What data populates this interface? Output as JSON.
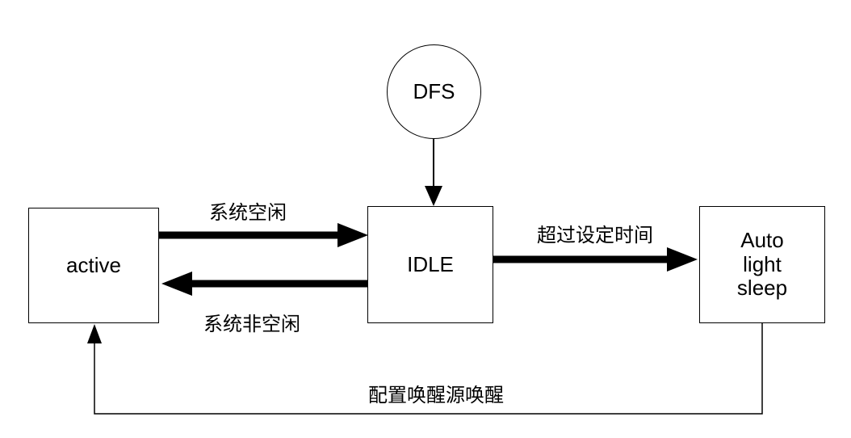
{
  "diagram": {
    "nodes": {
      "dfs": {
        "label": "DFS"
      },
      "active": {
        "label": "active"
      },
      "idle": {
        "label": "IDLE"
      },
      "auto_light_sleep": {
        "label": "Auto light sleep"
      }
    },
    "edges": {
      "system_idle": {
        "label": "系统空闲",
        "from": "active",
        "to": "IDLE"
      },
      "system_not_idle": {
        "label": "系统非空闲",
        "from": "IDLE",
        "to": "active"
      },
      "exceed_set_time": {
        "label": "超过设定时间",
        "from": "IDLE",
        "to": "Auto light sleep"
      },
      "wake_source": {
        "label": "配置唤醒源唤醒",
        "from": "Auto light sleep",
        "to": "active"
      },
      "dfs_to_idle": {
        "label": "",
        "from": "DFS",
        "to": "IDLE"
      }
    },
    "colors": {
      "stroke": "#000000",
      "background": "#ffffff"
    }
  }
}
